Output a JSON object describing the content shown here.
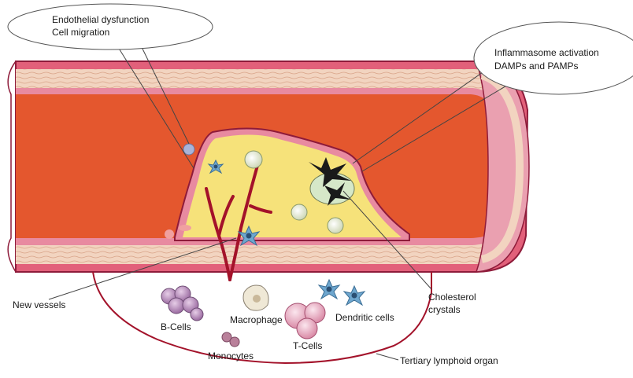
{
  "colors": {
    "lumen": "#e4572e",
    "plaque": "#f6e27a",
    "intima_stripe": "#f2d4c0",
    "wall_pink": "#e2607a",
    "wall_dark": "#8e1b3a",
    "vessel_red": "#a3122a",
    "leader": "#444444",
    "bcell": "#b07fb2",
    "dendritic": "#6ea7cf"
  },
  "callouts": {
    "left": {
      "line1": "Endothelial dysfunction",
      "line2": "Cell migration"
    },
    "right": {
      "line1": "Inflammasome activation",
      "line2": "DAMPs and PAMPs"
    }
  },
  "labels": {
    "new_vessels": "New vessels",
    "cholesterol_line1": "Cholesterol",
    "cholesterol_line2": "crystals",
    "b_cells": "B-Cells",
    "macrophage": "Macrophage",
    "dendritic_cells": "Dendritic cells",
    "t_cells": "T-Cells",
    "monocytes": "Monocytes",
    "tertiary_lymphoid_organ": "Tertiary lymphoid organ"
  }
}
